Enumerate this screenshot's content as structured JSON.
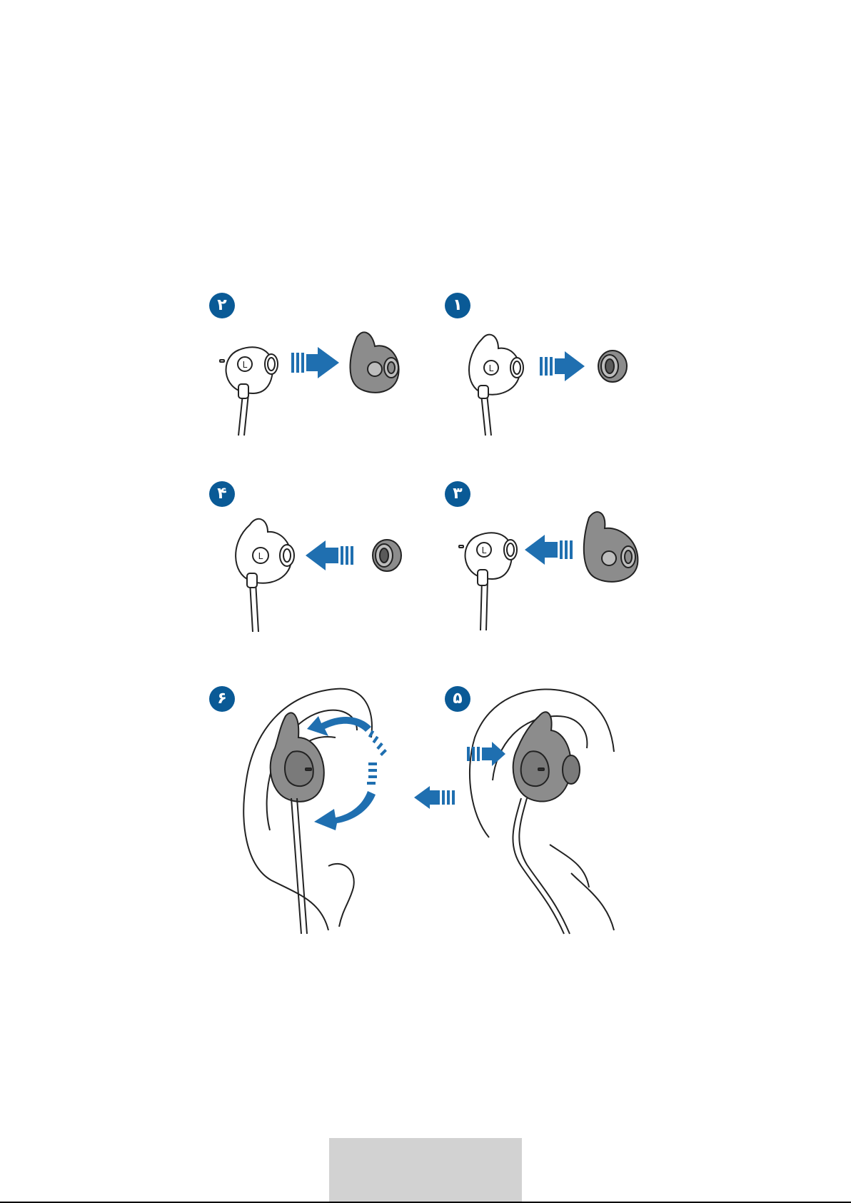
{
  "steps": [
    {
      "id": "step1",
      "label": "١"
    },
    {
      "id": "step2",
      "label": "٢"
    },
    {
      "id": "step3",
      "label": "٣"
    },
    {
      "id": "step4",
      "label": "۴"
    },
    {
      "id": "step5",
      "label": "۵"
    },
    {
      "id": "step6",
      "label": "۶"
    }
  ],
  "earbud_marking": "L",
  "colors": {
    "accent": "#0a5a96",
    "arrow": "#1f6fb0",
    "tip_gray": "#8c8c8c",
    "footer_box": "#d2d2d2"
  }
}
